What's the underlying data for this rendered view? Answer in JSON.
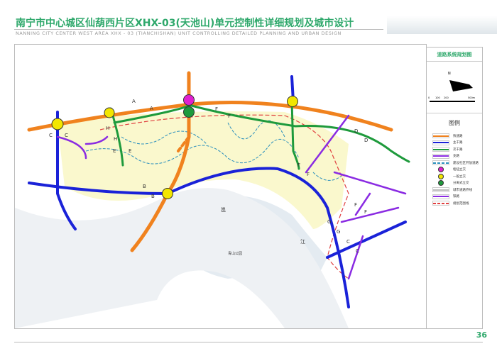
{
  "header": {
    "title": "南宁市中心城区仙葫西片区XHX-03(天池山)单元控制性详细规划及城市设计",
    "subtitle": "NANNING CITY CENTER WEST AREA XHX - 03 (TIANCHISHAN) UNIT CONTROLLING DETAILED PLANNING AND URBAN DESIGN"
  },
  "panel": {
    "title": "道路系统规划图",
    "north": "N",
    "scale_labels": [
      "0",
      "100",
      "200",
      "500m"
    ],
    "legend_title": "图例",
    "legend": [
      {
        "label": "快速路",
        "color": "#f0821e",
        "type": "line"
      },
      {
        "label": "主干路",
        "color": "#1a22d8",
        "type": "line"
      },
      {
        "label": "次干路",
        "color": "#1e9a3c",
        "type": "line"
      },
      {
        "label": "支路",
        "color": "#8a2be2",
        "type": "line"
      },
      {
        "label": "建设社区开放道路",
        "color": "#2a8fbd",
        "type": "dash"
      },
      {
        "label": "枢纽立交",
        "color": "#e020d0",
        "type": "dot"
      },
      {
        "label": "一般立交",
        "color": "#f2e600",
        "type": "dot"
      },
      {
        "label": "分离式立交",
        "color": "#1e9a3c",
        "type": "dot"
      },
      {
        "label": "城市道路界线",
        "color": "#bbbbbb",
        "type": "line"
      },
      {
        "label": "铁路",
        "color": "#8a2be2",
        "type": "rail"
      },
      {
        "label": "规划范围线",
        "color": "#e04040",
        "type": "dash"
      }
    ]
  },
  "map": {
    "labels": [
      "A",
      "A",
      "F",
      "F",
      "C",
      "C",
      "H",
      "H",
      "E",
      "E",
      "B",
      "B",
      "D",
      "D",
      "F",
      "F",
      "G",
      "G",
      "C",
      "C",
      "F",
      "F",
      "邕",
      "江",
      "青山公园"
    ]
  },
  "page_number": "36"
}
